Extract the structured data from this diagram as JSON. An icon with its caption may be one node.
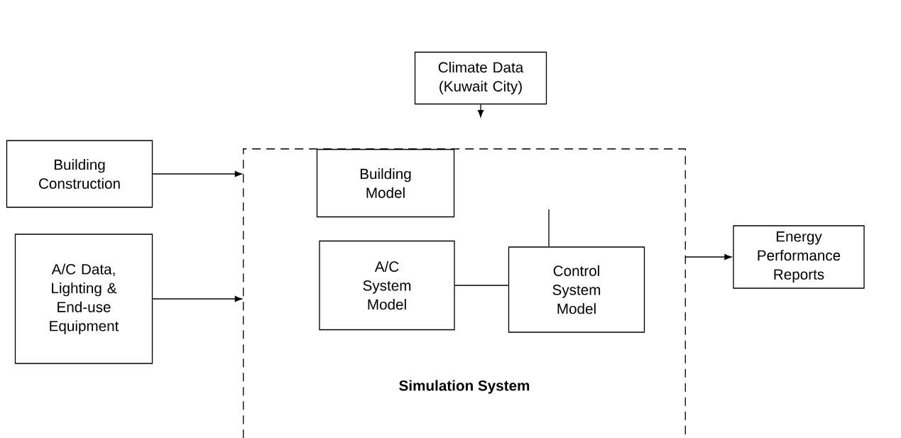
{
  "diagram": {
    "nodes": [
      {
        "text": [
          "Climate Data (Kuwait City)"
        ]
      },
      {
        "text": [
          "Building Construction"
        ]
      },
      {
        "text": [
          "A/C Data, Lighting & End-use Equipment"
        ]
      },
      {
        "text": [
          "Simulation System"
        ]
      },
      {
        "text": [
          "Building Model"
        ],
        "in": 3
      },
      {
        "text": [
          "A/C System Model"
        ],
        "in": 3
      },
      {
        "text": [
          "Control System Model"
        ],
        "in": 3
      },
      {
        "text": [
          "Energy Performance Reports"
        ]
      }
    ],
    "edges": [
      {
        "from": 0,
        "to": null,
        "arrow": "to"
      },
      {
        "from": 1,
        "to": 3,
        "arrow": "to"
      },
      {
        "from": 2,
        "to": 3,
        "arrow": "to"
      },
      {
        "from": 3,
        "to": 7,
        "arrow": "to"
      },
      {
        "from": 5,
        "to": 6,
        "arrow": "none"
      },
      {
        "from": null,
        "to": 6,
        "arrow": "none"
      }
    ]
  }
}
